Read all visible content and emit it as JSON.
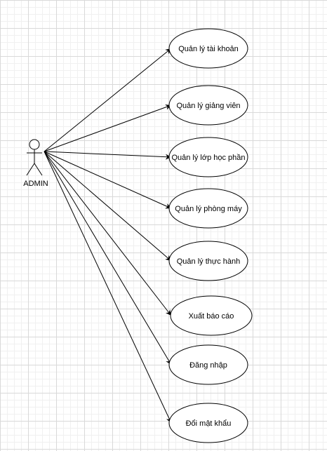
{
  "actor": {
    "label": "ADMIN"
  },
  "use_cases": [
    {
      "label": "Quản lý tài khoản"
    },
    {
      "label": "Quản lý giảng viên"
    },
    {
      "label": "Quản lý lớp học phần"
    },
    {
      "label": "Quản lý phòng máy"
    },
    {
      "label": "Quản lý thực hành"
    },
    {
      "label": "Xuất báo cáo"
    },
    {
      "label": "Đăng nhập"
    },
    {
      "label": "Đổi mật khẩu"
    }
  ],
  "colors": {
    "stroke": "#000000",
    "fill": "#ffffff",
    "grid": "#d9d9d9"
  }
}
